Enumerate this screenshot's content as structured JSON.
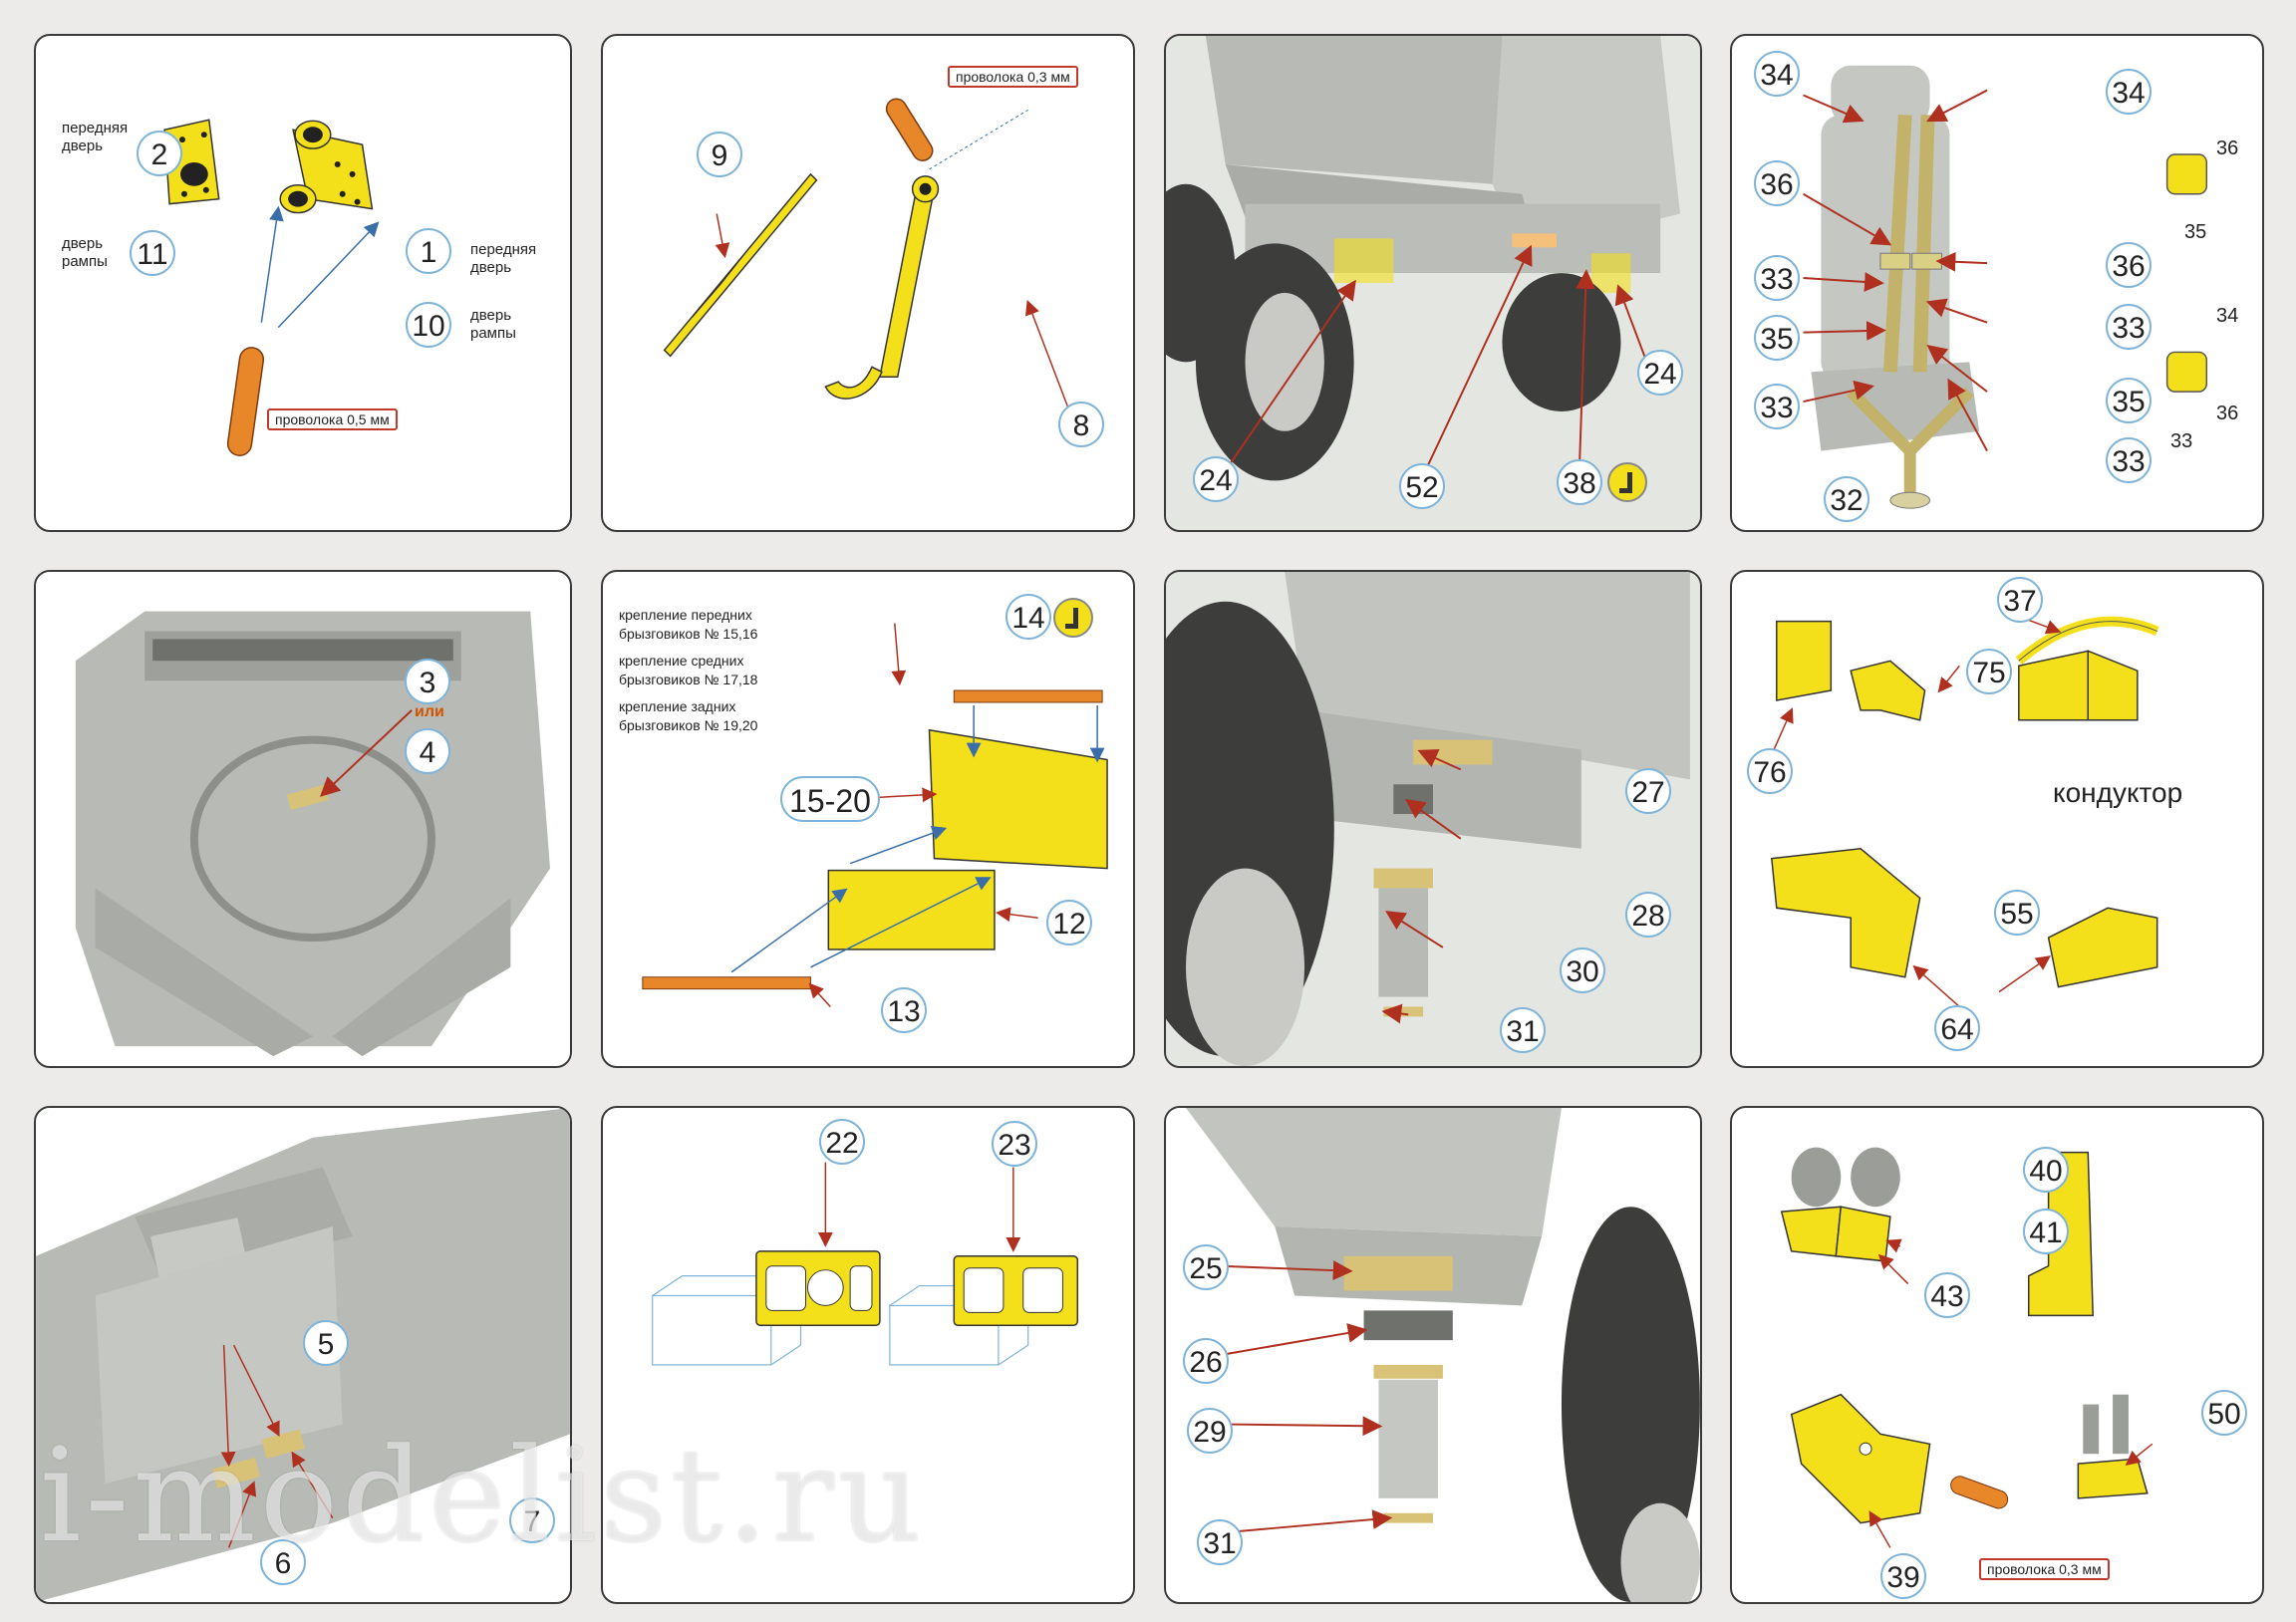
{
  "colors": {
    "part_yellow": "#f4e01a",
    "label_ring": "#7fb4d8",
    "arrow": "#b03020",
    "wire_orange": "#e8862a",
    "model_gray": "#b7bab5",
    "panel_border": "#3a3a3a"
  },
  "p1": {
    "l2": "2",
    "l11": "11",
    "l1": "1",
    "l10": "10",
    "t_front_door_a": "передняя\nдверь",
    "t_ramp_door_a": "дверь\nрампы",
    "t_front_door_b": "передняя\nдверь",
    "t_ramp_door_b": "дверь\nрампы",
    "wire": "проволока 0,5 мм"
  },
  "p2": {
    "l9": "9",
    "l8": "8",
    "wire": "проволока 0,3 мм"
  },
  "p3": {
    "l24a": "24",
    "l24b": "24",
    "l52": "52",
    "l38": "38"
  },
  "p4": {
    "l34a": "34",
    "l34b": "34",
    "l36a": "36",
    "l36b": "36",
    "l33a": "33",
    "l33b": "33",
    "l33c": "33",
    "l33d": "33",
    "l35a": "35",
    "l35b": "35",
    "l32": "32",
    "s36a": "36",
    "s35a": "35",
    "s34": "34",
    "s36b": "36",
    "s33": "33"
  },
  "p5": {
    "l3": "3",
    "l4": "4",
    "ili": "или"
  },
  "p6": {
    "l14": "14",
    "l15_20": "15-20",
    "l12": "12",
    "l13": "13",
    "h1": "крепление передних\nбрызговиков № 15,16",
    "h2": "крепление средних\nбрызговиков № 17,18",
    "h3": "крепление задних\nбрызговиков № 19,20"
  },
  "p7": {
    "l27": "27",
    "l28": "28",
    "l30": "30",
    "l31": "31"
  },
  "p8": {
    "l37": "37",
    "l75": "75",
    "l76": "76",
    "l55": "55",
    "l64": "64",
    "jig": "кондуктор"
  },
  "p9": {
    "l5": "5",
    "l6": "6",
    "l7": "7"
  },
  "p10": {
    "l22": "22",
    "l23": "23"
  },
  "p11": {
    "l25": "25",
    "l26": "26",
    "l29": "29",
    "l31": "31"
  },
  "p12": {
    "l40": "40",
    "l41": "41",
    "l43": "43",
    "l50": "50",
    "l39": "39",
    "wire": "проволока 0,3 мм"
  },
  "watermark": "i-modelist.ru"
}
